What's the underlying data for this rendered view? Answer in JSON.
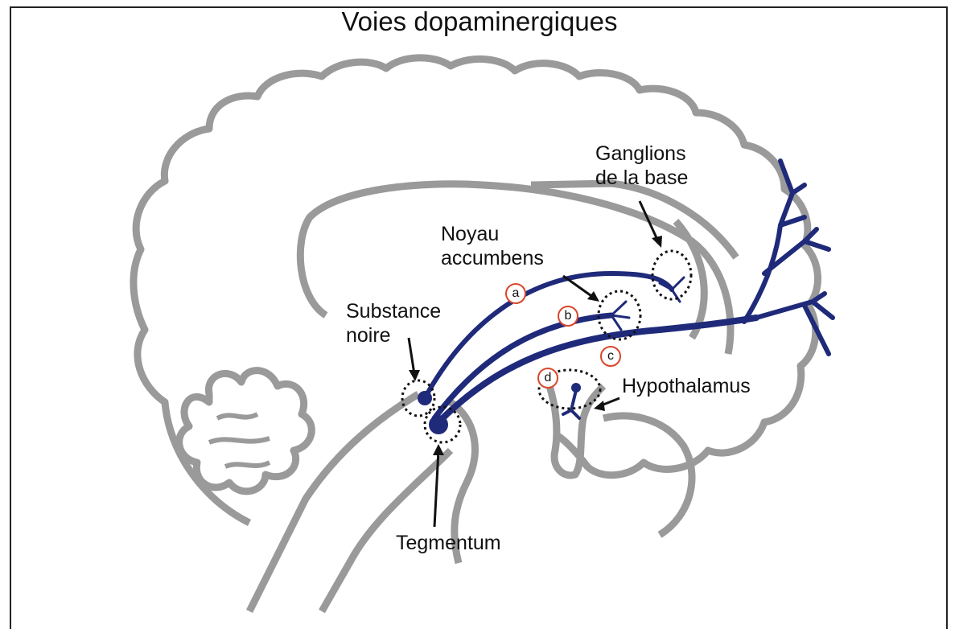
{
  "title": "Voies dopaminergiques",
  "labels": {
    "ganglions_line1": "Ganglions",
    "ganglions_line2": "de la base",
    "noyau_line1": "Noyau",
    "noyau_line2": "accumbens",
    "substance_line1": "Substance",
    "substance_line2": "noire",
    "hypothalamus": "Hypothalamus",
    "tegmentum": "Tegmentum"
  },
  "pathway_markers": [
    "a",
    "b",
    "c",
    "d"
  ],
  "colors": {
    "brain_outline": "#9a9a9a",
    "pathway": "#1f2a7a",
    "marker_ring": "#d9472b",
    "text": "#111111"
  }
}
